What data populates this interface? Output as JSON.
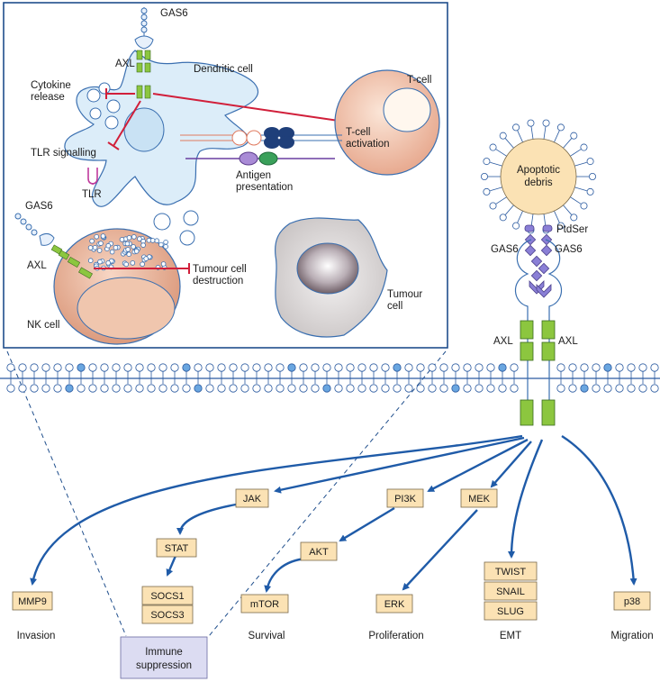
{
  "inset": {
    "gas6_top": "GAS6",
    "axl_top": "AXL",
    "dendritic_cell": "Dendritic cell",
    "t_cell": "T-cell",
    "cytokine_line1": "Cytokine",
    "cytokine_line2": "release",
    "tlr_signalling": "TLR signalling",
    "tlr": "TLR",
    "tcell_activation_line1": "T-cell",
    "tcell_activation_line2": "activation",
    "antigen_line1": "Antigen",
    "antigen_line2": "presentation",
    "gas6_nk": "GAS6",
    "axl_nk": "AXL",
    "nk_cell": "NK cell",
    "tumour_destruction_line1": "Tumour cell",
    "tumour_destruction_line2": "destruction",
    "tumour_cell_line1": "Tumour",
    "tumour_cell_line2": "cell"
  },
  "receptor": {
    "apoptotic_line1": "Apoptotic",
    "apoptotic_line2": "debris",
    "ptdser": "PtdSer",
    "gas6_left": "GAS6",
    "gas6_right": "GAS6",
    "axl_left": "AXL",
    "axl_right": "AXL"
  },
  "pathways": {
    "jak": "JAK",
    "pi3k": "PI3K",
    "mek": "MEK",
    "stat": "STAT",
    "akt": "AKT",
    "socs1": "SOCS1",
    "socs3": "SOCS3",
    "mmp9": "MMP9",
    "mtor": "mTOR",
    "erk": "ERK",
    "twist": "TWIST",
    "snail": "SNAIL",
    "slug": "SLUG",
    "p38": "p38"
  },
  "outcomes": {
    "invasion": "Invasion",
    "survival": "Survival",
    "proliferation": "Proliferation",
    "emt": "EMT",
    "migration": "Migration",
    "immune_line1": "Immune",
    "immune_line2": "suppression"
  },
  "colors": {
    "arrow": "#1f5ba8",
    "inhibition": "#d11f3a",
    "box_fill": "#fbe2b4",
    "cell_blue": "#dcedf9",
    "axl_green": "#8cc63f",
    "immune_box": "#dcdcf2"
  }
}
